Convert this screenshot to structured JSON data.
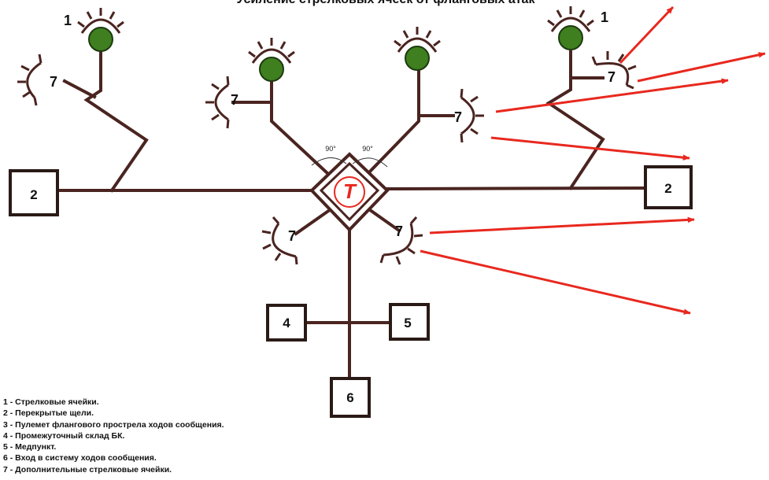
{
  "title": "Усиление стрелковых ячеек от фланговых атак",
  "center_symbol": "Т",
  "angle_label": "90°",
  "labels": {
    "firing_cell": "1",
    "covered_slit": "2",
    "ammo_depot": "4",
    "medical_post": "5",
    "entrance": "6",
    "extra_cell": "7"
  },
  "legend": [
    "1 - Стрелковые ячейки.",
    "2 - Перекрытые щели.",
    "3 - Пулемет флангового прострела ходов сообщения.",
    "4 - Промежуточный склад БК.",
    "5 - Медпункт.",
    "6 - Вход в систему ходов сообщения.",
    "7 - Дополнительные стрелковые ячейки."
  ],
  "colors": {
    "trench": "#4a2420",
    "cell_fill": "#3f7f1f",
    "fire_arrow": "#e8281e",
    "symbol": "#e8281e"
  }
}
